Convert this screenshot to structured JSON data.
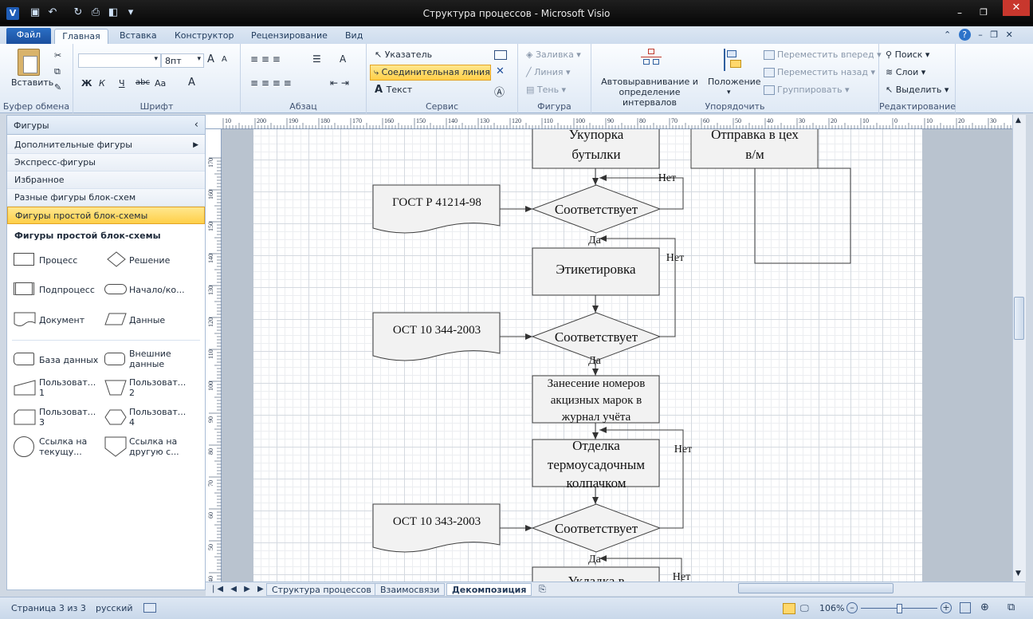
{
  "window": {
    "title": "Структура процессов  -  Microsoft Visio",
    "app_icon": "V"
  },
  "tabs": [
    "Файл",
    "Главная",
    "Вставка",
    "Конструктор",
    "Рецензирование",
    "Вид"
  ],
  "ribbon": {
    "clipboard": {
      "label": "Буфер обмена",
      "paste": "Вставить"
    },
    "font": {
      "label": "Шрифт",
      "size": "8пт",
      "bold": "Ж",
      "italic": "К",
      "underline": "Ч",
      "strike": "abc",
      "case": "Aa",
      "grow": "A",
      "shrink": "A",
      "color": "A"
    },
    "paragraph": {
      "label": "Абзац"
    },
    "tools": {
      "label": "Сервис",
      "pointer": "Указатель",
      "connector": "Соединительная линия",
      "text": "Текст"
    },
    "shape": {
      "label": "Фигура",
      "fill": "Заливка",
      "line": "Линия",
      "shadow": "Тень"
    },
    "arrange": {
      "label": "Упорядочить",
      "autoalign": "Автовыравнивание и\nопределение интервалов",
      "position": "Положение",
      "bring_forward": "Переместить вперед",
      "send_backward": "Переместить назад",
      "group": "Группировать"
    },
    "editing": {
      "label": "Редактирование",
      "find": "Поиск",
      "layers": "Слои",
      "select": "Выделить"
    }
  },
  "shapes_panel": {
    "header": "Фигуры",
    "items": [
      "Дополнительные фигуры",
      "Экспресс-фигуры",
      "Избранное",
      "Разные фигуры блок-схем",
      "Фигуры простой блок-схемы"
    ],
    "stencil_title": "Фигуры простой блок-схемы",
    "stencil": [
      "Процесс",
      "Решение",
      "Подпроцесс",
      "Начало/ко...",
      "Документ",
      "Данные",
      "База данных",
      "Внешние данные",
      "Пользоват... 1",
      "Пользоват... 2",
      "Пользоват... 3",
      "Пользоват... 4",
      "Ссылка на текущу...",
      "Ссылка на другую с..."
    ]
  },
  "ruler": {
    "h_ticks": [
      "10",
      "200",
      "190",
      "180",
      "170",
      "160",
      "150",
      "140",
      "130",
      "120",
      "110",
      "100",
      "90",
      "80",
      "70",
      "60",
      "50",
      "40",
      "30",
      "20",
      "10",
      "0",
      "10",
      "20",
      "30"
    ],
    "v_ticks": [
      "170",
      "160",
      "150",
      "140",
      "130",
      "120",
      "110",
      "100",
      "90",
      "80",
      "70",
      "60",
      "50",
      "40"
    ]
  },
  "flowchart": {
    "process": [
      "Укупорка бутылки",
      "Отправка в цех в/м",
      "Этикетировка",
      "Занесение номеров акцизных марок в журнал учёта",
      "Отделка термоусадочным колпачком",
      "Укладка в"
    ],
    "decisions": [
      "Соответствует",
      "Соответствует",
      "Соответствует"
    ],
    "documents": [
      "ГОСТ Р 41214-98",
      "ОСТ 10 344-2003",
      "ОСТ 10 343-2003"
    ],
    "yes": "Да",
    "no": "Нет"
  },
  "sheets": [
    "Структура процессов",
    "Взаимосвязи",
    "Декомпозиция"
  ],
  "status": {
    "page": "Страница 3 из 3",
    "language": "русский",
    "zoom": "106%"
  }
}
